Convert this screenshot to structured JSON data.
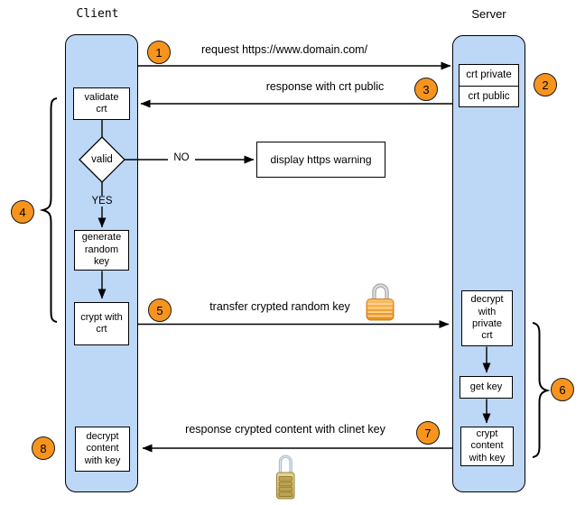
{
  "actors": {
    "client": "Client",
    "server": "Server"
  },
  "badges": {
    "s1": "1",
    "s2": "2",
    "s3": "3",
    "s4": "4",
    "s5": "5",
    "s6": "6",
    "s7": "7",
    "s8": "8"
  },
  "messages": {
    "request": "request https://www.domain.com/",
    "response_public": "response with crt public",
    "transfer_key": "transfer crypted random key",
    "response_content": "response crypted content with clinet key"
  },
  "decision": {
    "yes": "YES",
    "no": "NO"
  },
  "client_nodes": {
    "validate_crt": "validate\ncrt",
    "valid": "valid",
    "display_warning": "display https warning",
    "generate_key": "generate\nrandom\nkey",
    "crypt_with_crt": "crypt with\ncrt",
    "decrypt_content": "decrypt\ncontent\nwith key"
  },
  "server_nodes": {
    "crt_private": "crt private",
    "crt_public": "crt public",
    "decrypt_private_crt": "decrypt\nwith\nprivate\ncrt",
    "get_key": "get key",
    "crypt_content": "crypt\ncontent\nwith key"
  },
  "icons": {
    "transfer_lock": "padlock-closed-gold",
    "content_lock": "combination-padlock-brass"
  },
  "colors": {
    "lifeline_fill": "#BDD7F7",
    "badge_fill": "#F7941E",
    "node_fill": "#FFFFFF",
    "stroke": "#000000"
  }
}
